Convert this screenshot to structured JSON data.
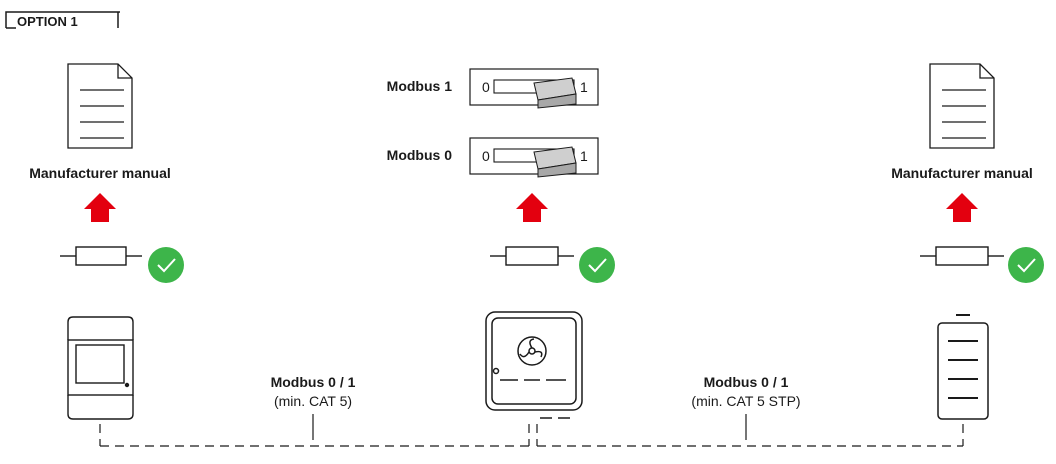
{
  "option_label": "OPTION 1",
  "left": {
    "manual_label": "Manufacturer manual",
    "device": "energy-meter"
  },
  "center": {
    "switches": [
      {
        "label": "Modbus 1",
        "off_label": "0",
        "on_label": "1",
        "state": "on"
      },
      {
        "label": "Modbus 0",
        "off_label": "0",
        "on_label": "1",
        "state": "on"
      }
    ],
    "device": "inverter"
  },
  "right": {
    "manual_label": "Manufacturer manual",
    "device": "battery"
  },
  "connections": [
    {
      "title": "Modbus 0 / 1",
      "subtitle": "(min. CAT 5)"
    },
    {
      "title": "Modbus 0 / 1",
      "subtitle": "(min. CAT 5 STP)"
    }
  ],
  "icons": {
    "document": "document-icon",
    "arrow": "red-up-arrow-icon",
    "resistor": "termination-resistor-icon",
    "check": "green-check-icon"
  },
  "colors": {
    "arrow_red": "#e3000f",
    "check_green": "#3db54a",
    "switch_grey": "#bdbdbd",
    "line": "#1a1a1a"
  }
}
